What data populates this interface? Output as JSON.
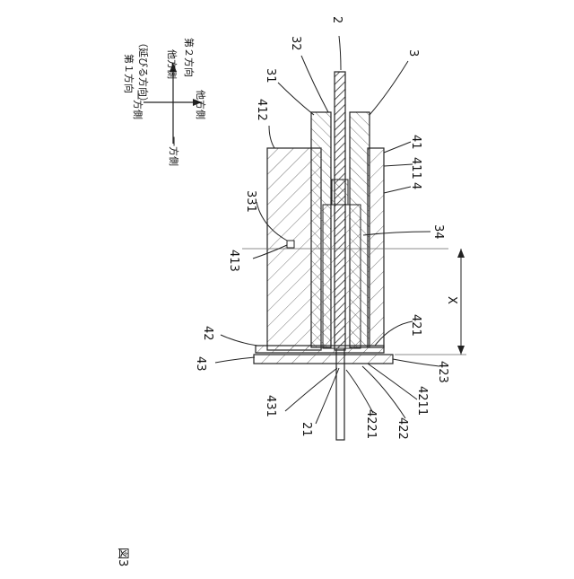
{
  "figure_label": "図3",
  "compass": {
    "first_dir": "第１方向",
    "first_dir_sub": "（延びる方向）",
    "second_dir": "第２方向",
    "one_side_a": "一方側",
    "other_side_a": "他方側",
    "one_side_b": "一方側",
    "other_side_b": "他方側"
  },
  "labels": {
    "n2": "2",
    "n3": "3",
    "n4": "4",
    "n21": "21",
    "n31": "31",
    "n32": "32",
    "n34": "34",
    "n41": "41",
    "n42": "42",
    "n43": "43",
    "n331": "331",
    "n411": "411",
    "n412": "412",
    "n413": "413",
    "n421": "421",
    "n422": "422",
    "n423": "423",
    "n431": "431",
    "n4211": "4211",
    "n4221": "4221",
    "dim_x": "X"
  }
}
